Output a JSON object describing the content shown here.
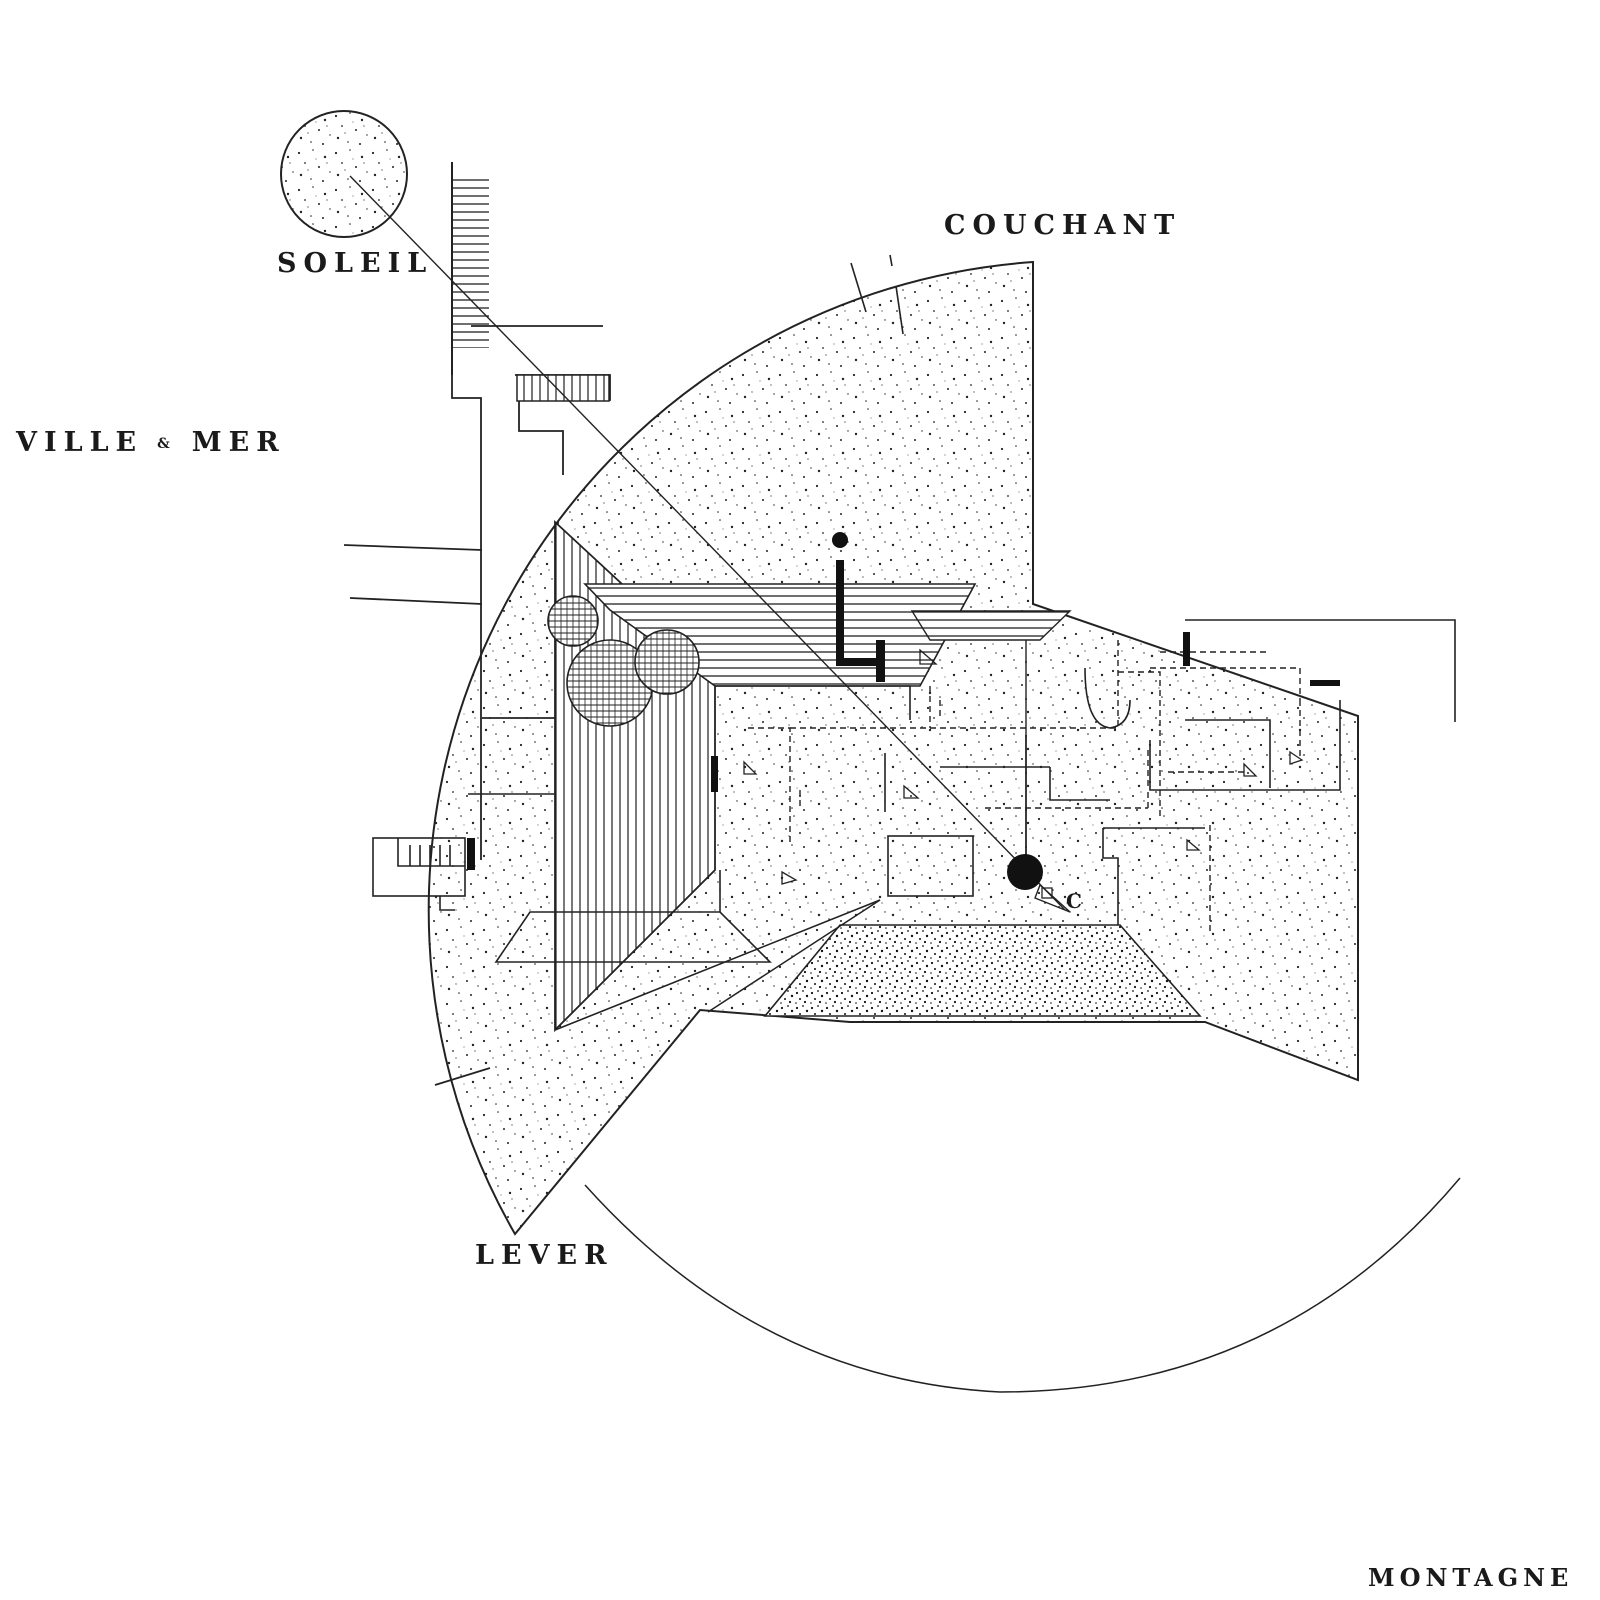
{
  "labels": {
    "soleil": "SOLEIL",
    "couchant": "COUCHANT",
    "ville": "VILLE",
    "ampersand": "&",
    "mer": "MER",
    "lever": "LEVER",
    "montagne": "MONTAGNE",
    "marker_c": "C"
  },
  "colors": {
    "ink": "#1a1a1a",
    "paper": "#ffffff"
  }
}
